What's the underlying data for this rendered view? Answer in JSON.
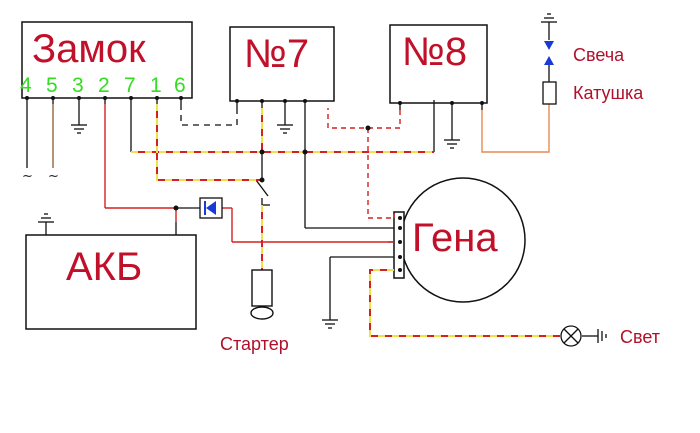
{
  "blocks": {
    "ignition": "Замок",
    "relay7": "№7",
    "relay8": "№8",
    "battery": "АКБ",
    "generator": "Гена"
  },
  "ignition_pins": [
    "4",
    "5",
    "3",
    "2",
    "7",
    "1",
    "6"
  ],
  "labels": {
    "spark_plug": "Свеча",
    "coil": "Катушка",
    "starter": "Стартер",
    "light": "Свет",
    "tilde_left": "~",
    "tilde_right": "~"
  },
  "colors": {
    "red_wire": "#d42020",
    "yellow_dash": "#f0e050",
    "black_wire": "#111111",
    "orange_wire": "#e88a50",
    "brown_wire": "#8a5a2a",
    "diode_fill": "#1a3ad8",
    "label_red": "#c0102a",
    "pin_green": "#33dd22"
  }
}
